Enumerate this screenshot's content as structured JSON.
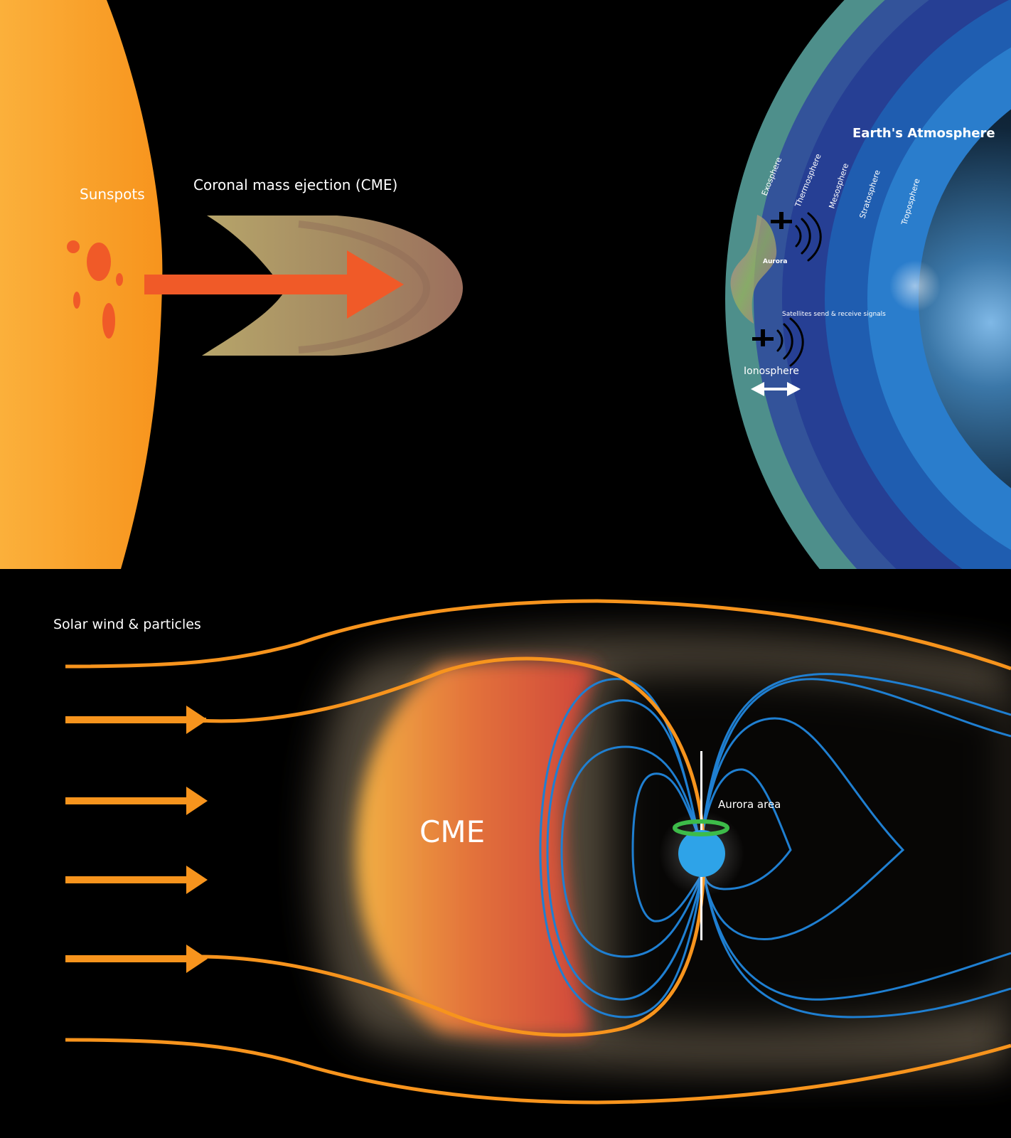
{
  "top_panel": {
    "sun": {
      "label": "Sunspots"
    },
    "cme": {
      "label": "Coronal mass ejection (CME)"
    },
    "atmosphere": {
      "title": "Earth's Atmosphere",
      "layers": [
        "Exosphere",
        "Thermosphere",
        "Mesosphere",
        "Stratosphere",
        "Troposphere"
      ],
      "aurora": "Aurora",
      "satellites": "Satellites send & receive signals",
      "ionosphere": "Ionosphere"
    }
  },
  "bottom_panel": {
    "solar_wind": "Solar wind & particles",
    "cme": "CME",
    "aurora_area": "Aurora area"
  },
  "colors": {
    "sun": "#f9a12f",
    "sunspot": "#f05a28",
    "solar_wind": "#f7941d",
    "field_lines": "#1f7fd1",
    "earth": "#2ea3e8",
    "aurora_ring": "#3dbb49"
  }
}
